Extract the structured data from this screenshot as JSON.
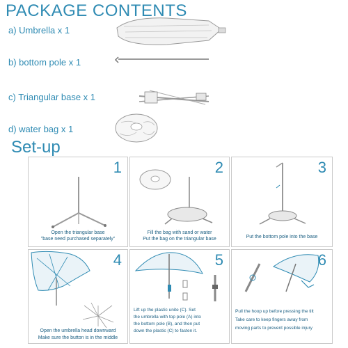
{
  "header": {
    "title": "PACKAGE CONTENTS"
  },
  "contents": [
    {
      "label": "a) Umbrella x 1"
    },
    {
      "label": "b) bottom pole x 1"
    },
    {
      "label": "c) Triangular base x 1"
    },
    {
      "label": "d) water bag x 1"
    }
  ],
  "setup": {
    "title": "Set-up",
    "steps": [
      {
        "num": "1",
        "lines": [
          "Open the triangular base",
          "\"base need purchased separately\""
        ]
      },
      {
        "num": "2",
        "lines": [
          "Fill the bag with sand or water",
          "Put the bag on the triangular base"
        ]
      },
      {
        "num": "3",
        "lines": [
          "Put the bottom pole into the base"
        ]
      },
      {
        "num": "4",
        "lines": [
          "Open the umbrella head downward",
          "Make sure the button is in the middle"
        ]
      },
      {
        "num": "5",
        "lines": [
          "Lift up the plastic unite (C). Set",
          "the umbrella with top pole (A) into",
          "the bottom pole (B),   and then put",
          "down the plastic (C) to fasten it."
        ]
      },
      {
        "num": "6",
        "lines": [
          "Pull the hoop up before pressing the tilt",
          "Take care to keep fingers away from",
          "moving parts to prevent possible injury"
        ]
      }
    ]
  },
  "colors": {
    "accent": "#2f8bb3",
    "caption": "#1b5f82",
    "border": "#c9c9c9",
    "sketch": "#8a8a8a"
  }
}
